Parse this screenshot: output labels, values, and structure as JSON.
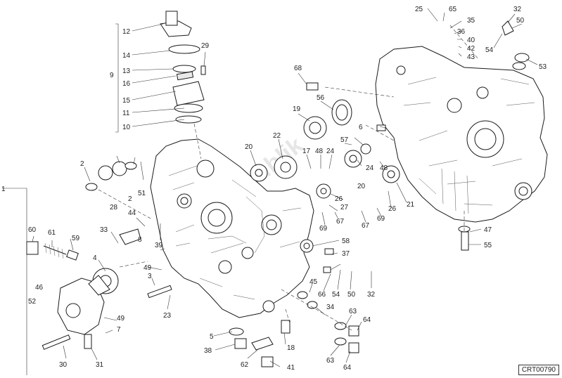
{
  "diagram": {
    "code": "CRT00790",
    "watermark": "Partsrepublik",
    "labels": [
      "1",
      "2",
      "2",
      "3",
      "4",
      "5",
      "6",
      "7",
      "8",
      "9",
      "10",
      "11",
      "12",
      "13",
      "14",
      "15",
      "16",
      "17",
      "18",
      "19",
      "20",
      "20",
      "21",
      "22",
      "23",
      "24",
      "24",
      "25",
      "26",
      "26",
      "27",
      "28",
      "29",
      "30",
      "31",
      "32",
      "32",
      "33",
      "34",
      "35",
      "36",
      "37",
      "38",
      "39",
      "40",
      "41",
      "42",
      "43",
      "44",
      "45",
      "46",
      "47",
      "48",
      "48",
      "49",
      "49",
      "50",
      "50",
      "51",
      "52",
      "53",
      "54",
      "54",
      "55",
      "56",
      "57",
      "58",
      "59",
      "60",
      "61",
      "62",
      "63",
      "63",
      "64",
      "64",
      "65",
      "66",
      "67",
      "67",
      "68",
      "69",
      "69"
    ]
  }
}
